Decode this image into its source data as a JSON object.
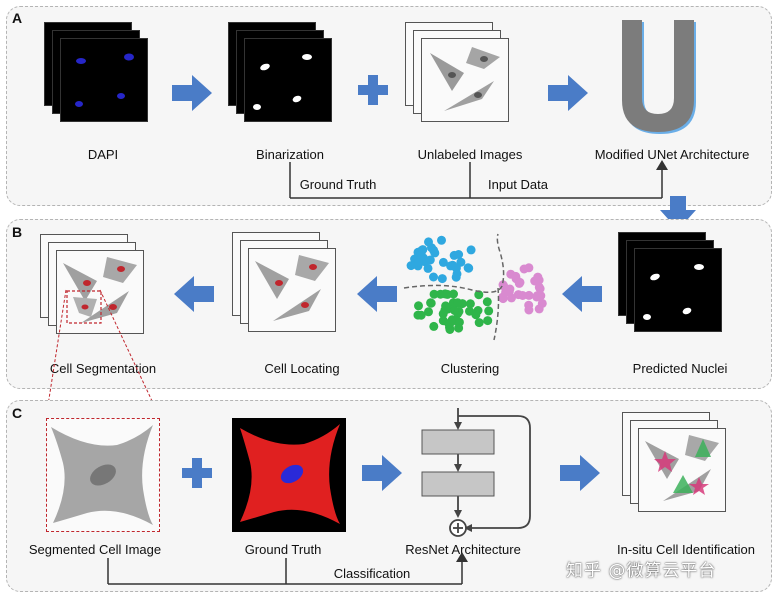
{
  "panels": {
    "a": {
      "label": "A",
      "captions": {
        "dapi": "DAPI",
        "binarization": "Binarization",
        "unlabeled": "Unlabeled Images",
        "unet": "Modified UNet Architecture"
      },
      "flow_labels": {
        "ground_truth": "Ground Truth",
        "input_data": "Input Data"
      }
    },
    "b": {
      "label": "B",
      "captions": {
        "segmentation": "Cell Segmentation",
        "locating": "Cell Locating",
        "clustering": "Clustering",
        "predicted": "Predicted Nuclei"
      }
    },
    "c": {
      "label": "C",
      "captions": {
        "segmented": "Segmented Cell Image",
        "ground_truth": "Ground Truth",
        "resnet": "ResNet Architecture",
        "insitu": "In-situ Cell Identification"
      },
      "flow_labels": {
        "classification": "Classification"
      }
    }
  },
  "watermark": "知乎 @微算云平台",
  "colors": {
    "arrow_blue": "#4a7cc7",
    "nucleus_blue": "#3a3ae0",
    "cluster_cyan": "#2fa8e0",
    "cluster_green": "#2fb54a",
    "cluster_pink": "#d98ad0",
    "nucleus_red": "#c0262d",
    "dashed_red": "#c0262d"
  }
}
